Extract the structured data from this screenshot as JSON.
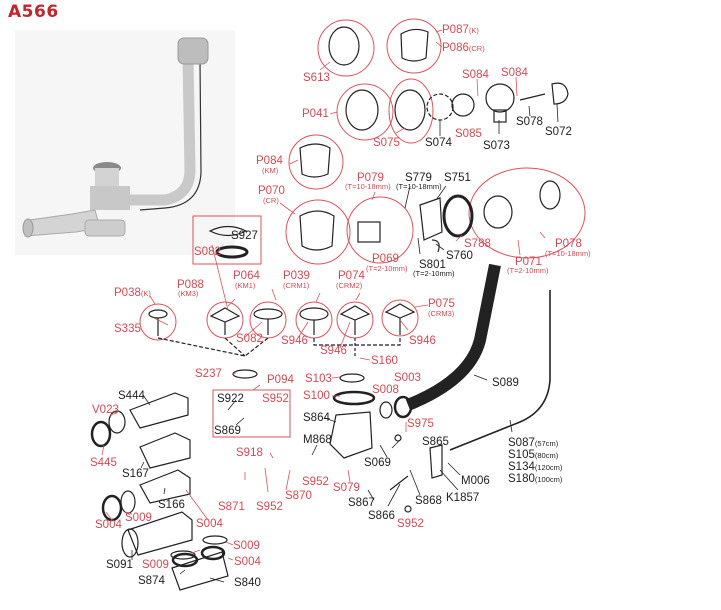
{
  "title": "A566",
  "colors": {
    "title": "#c0262d",
    "callout_red": "#d24a55",
    "callout_black": "#222222",
    "circle": "#d9535e"
  },
  "labels": {
    "S613": "S613",
    "P087": {
      "code": "P087",
      "note": "(K)"
    },
    "P086": {
      "code": "P086",
      "note": "(CR)"
    },
    "P041": "P041",
    "S075": "S075",
    "S074": "S074",
    "S084a": "S084",
    "S085": "S085",
    "S084b": "S084",
    "S073": "S073",
    "S078": "S078",
    "S072": "S072",
    "P084": {
      "code": "P084",
      "note": "(KM)"
    },
    "P070": {
      "code": "P070",
      "note": "(CR)"
    },
    "P079": {
      "code": "P079",
      "note": "(T=10-18mm)"
    },
    "S779": {
      "code": "S779",
      "note": "(T=10-18mm)"
    },
    "S751": "S751",
    "S788": "S788",
    "S760": "S760",
    "P069": {
      "code": "P069",
      "note": "(T=2-10mm)"
    },
    "S801": {
      "code": "S801",
      "note": "(T=2-10mm)"
    },
    "P071": {
      "code": "P071",
      "note": "(T=2-10mm)"
    },
    "P078": {
      "code": "P078",
      "note": "(T=10-18mm)"
    },
    "S927": "S927",
    "S082a": "S082",
    "P038": {
      "code": "P038",
      "note": "(K)"
    },
    "S335": "S335",
    "P088": {
      "code": "P088",
      "note": "(KM3)"
    },
    "P064": {
      "code": "P064",
      "note": "(KM1)"
    },
    "S082b": "S082",
    "P039": {
      "code": "P039",
      "note": "(CRM1)"
    },
    "P074": {
      "code": "P074",
      "note": "(CRM2)"
    },
    "P075": {
      "code": "P075",
      "note": "(CRM3)"
    },
    "S946a": "S946",
    "S946b": "S946",
    "S946c": "S946",
    "S160": "S160",
    "S237": "S237",
    "S103": "S103",
    "P094": "P094",
    "S922": "S922",
    "S952a": "S952",
    "S869": "S869",
    "S100": "S100",
    "S008": "S008",
    "S003": "S003",
    "S089": "S089",
    "S444": "S444",
    "V023": "V023",
    "S445": "S445",
    "S167": "S167",
    "S166": "S166",
    "S004a": "S004",
    "S009a": "S009",
    "S004b": "S004",
    "S091": "S091",
    "S009b": "S009",
    "S009c": "S009",
    "S004c": "S004",
    "S874": "S874",
    "S840": "S840",
    "S864": "S864",
    "M868": "M868",
    "S918": "S918",
    "S975": "S975",
    "S865": "S865",
    "S069": "S069",
    "S952b": "S952",
    "S871": "S871",
    "S952c": "S952",
    "S870": "S870",
    "S079": "S079",
    "S867": "S867",
    "S866": "S866",
    "S868": "S868",
    "K1857": "K1857",
    "M006": "M006",
    "S952d": "S952",
    "cables": [
      {
        "code": "S087",
        "note": "(57cm)"
      },
      {
        "code": "S105",
        "note": "(80cm)"
      },
      {
        "code": "S134",
        "note": "(120cm)"
      },
      {
        "code": "S180",
        "note": "(100cm)"
      }
    ]
  }
}
